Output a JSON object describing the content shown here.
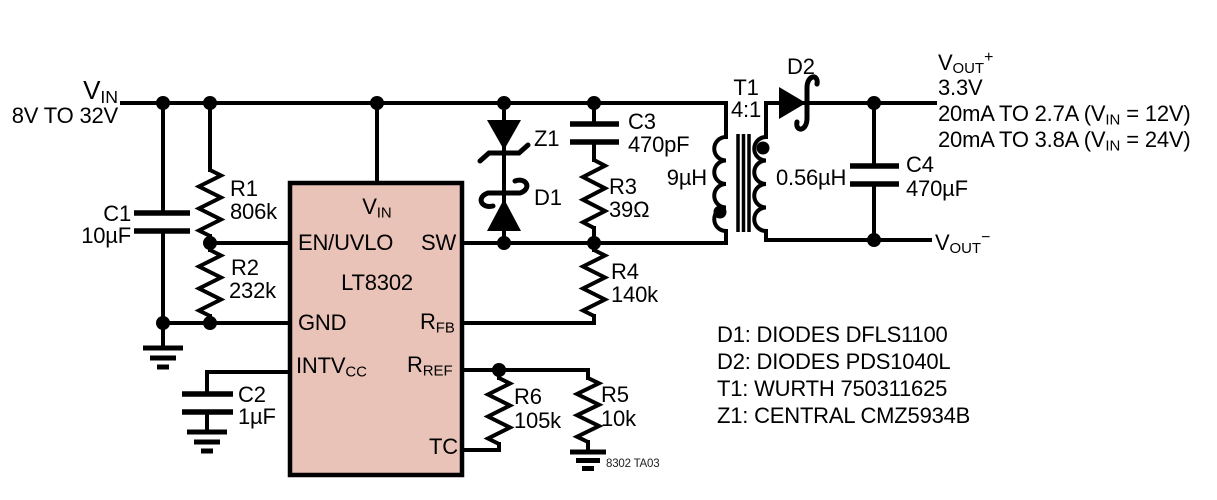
{
  "colors": {
    "ic_fill": "#e9c3b8",
    "line": "#000000",
    "background": "#ffffff"
  },
  "input": {
    "v": "V",
    "v_sub": "IN",
    "range": "8V TO 32V"
  },
  "ic": {
    "part": "LT8302",
    "pins": {
      "vin": {
        "t": "V",
        "sub": "IN"
      },
      "en": "EN/UVLO",
      "sw": "SW",
      "gnd": "GND",
      "rfb": {
        "t": "R",
        "sub": "FB"
      },
      "intvcc": {
        "t": "INTV",
        "sub": "CC"
      },
      "rref": {
        "t": "R",
        "sub": "REF"
      },
      "tc": "TC"
    }
  },
  "components": {
    "c1": {
      "ref": "C1",
      "value": "10µF"
    },
    "c2": {
      "ref": "C2",
      "value": "1µF"
    },
    "c3": {
      "ref": "C3",
      "value": "470pF"
    },
    "c4": {
      "ref": "C4",
      "value": "470µF"
    },
    "r1": {
      "ref": "R1",
      "value": "806k"
    },
    "r2": {
      "ref": "R2",
      "value": "232k"
    },
    "r3": {
      "ref": "R3",
      "value": "39Ω"
    },
    "r4": {
      "ref": "R4",
      "value": "140k"
    },
    "r5": {
      "ref": "R5",
      "value": "10k"
    },
    "r6": {
      "ref": "R6",
      "value": "105k"
    },
    "z1": {
      "ref": "Z1"
    },
    "d1": {
      "ref": "D1"
    },
    "d2": {
      "ref": "D2"
    },
    "t1": {
      "ref": "T1",
      "ratio": "4:1",
      "primary": "9µH",
      "secondary": "0.56µH"
    }
  },
  "output": {
    "plus": {
      "t": "V",
      "sub": "OUT",
      "sup": "+"
    },
    "voltage": "3.3V",
    "range1": {
      "pre": "20mA TO 2.7A (V",
      "sub": "IN",
      "post": " = 12V)"
    },
    "range2": {
      "pre": "20mA TO 3.8A (V",
      "sub": "IN",
      "post": " = 24V)"
    },
    "minus": {
      "t": "V",
      "sub": "OUT",
      "sup": "−"
    }
  },
  "bom": [
    "D1: DIODES DFLS1100",
    "D2: DIODES PDS1040L",
    "T1: WURTH 750311625",
    "Z1: CENTRAL CMZ5934B"
  ],
  "note": "8302 TA03"
}
